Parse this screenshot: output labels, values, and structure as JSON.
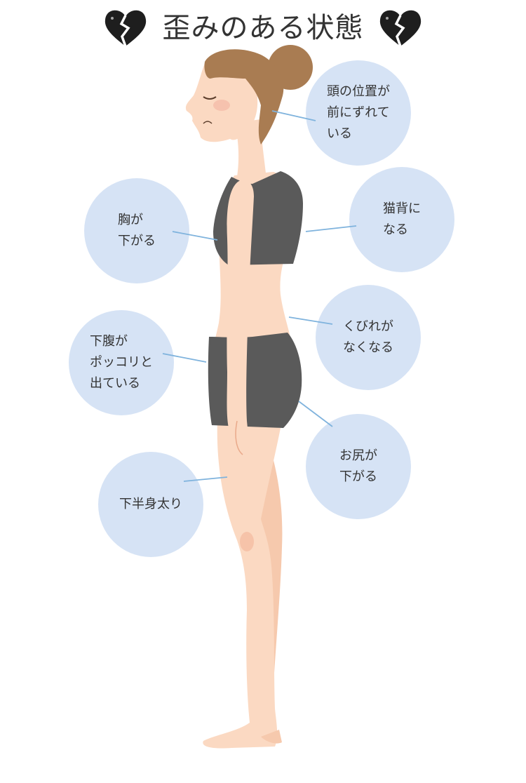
{
  "title": "歪みのある状態",
  "icons": {
    "left": "broken-heart-icon",
    "right": "broken-heart-icon"
  },
  "colors": {
    "bubble": "#d6e3f5",
    "leader": "#7fb3dd",
    "skin": "#fbd9c2",
    "skin_shadow": "#f2b99a",
    "hair": "#a97c52",
    "clothing": "#5a5a5a",
    "text": "#333333"
  },
  "labels": {
    "head_forward": "頭の位置が\n前にずれて\nいる",
    "chest_sag": "胸が\n下がる",
    "hunched_back": "猫背に\nなる",
    "waist_loss": "くびれが\nなくなる",
    "belly_out": "下腹が\nポッコリと\n出ている",
    "hip_sag": "お尻が\n下がる",
    "lower_body_fat": "下半身太り"
  }
}
